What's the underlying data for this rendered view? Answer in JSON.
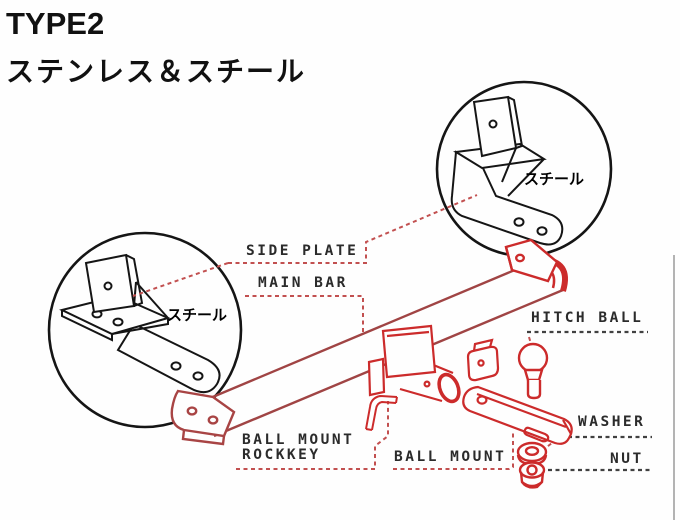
{
  "title": {
    "line1": "TYPE2",
    "line2": "ステンレス＆スチール"
  },
  "callouts": {
    "left_steel": "スチール",
    "right_steel": "スチール"
  },
  "labels": {
    "side_plate": "SIDE PLATE",
    "main_bar": "MAIN BAR",
    "hitch_ball": "HITCH BALL",
    "ball_mount_rockkey_line1": "BALL MOUNT",
    "ball_mount_rockkey_line2": "ROCKKEY",
    "ball_mount": "BALL MOUNT",
    "washer": "WASHER",
    "nut": "NUT"
  },
  "colors": {
    "background": "#fefefe",
    "black_line": "#151515",
    "bar_dark_red": "#a04444",
    "part_bright_red": "#cc2b2b",
    "leader_red": "#c25050",
    "dark_dash": "#414141",
    "label_text": "#2b2b2b",
    "edge_line_gray": "#b3b3b3"
  }
}
